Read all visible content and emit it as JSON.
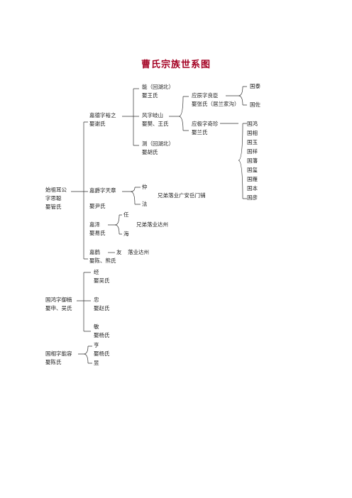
{
  "title": "曹氏宗族世系图",
  "nodes": {
    "founder_l1": "始祖耳公",
    "founder_l2": "字思聪",
    "founder_l3": "娶管氏",
    "jiade_l1": "嘉德字裕之",
    "jiade_l2": "娶谢氏",
    "neng_l1": "能（回湖北）",
    "neng_l2": "娶王氏",
    "fengzi_l1": "风字岐山",
    "fengzi_l2": "娶樊、王氏",
    "ce_l1": "测（回湖北）",
    "ce_l2": "娶胡氏",
    "yingchen_l1": "应辰字良臣",
    "yingchen_l2": "娶张氏（居兰家沟）",
    "guotai": "国泰",
    "guozuo": "国佐",
    "yinggen_l1": "应极字奇珍",
    "yinggen_l2": "娶兰氏",
    "guo_list": [
      "国鸿",
      "国相",
      "国玉",
      "国祥",
      "国藩",
      "国玺",
      "国雁",
      "国本",
      "国彦"
    ],
    "jiajue_l1": "嘉爵字天章",
    "jiajue_l2": "娶尹氏",
    "zhong": "仲",
    "fa": "法",
    "zhongfa_note": "兄弟落业广安岳门铺",
    "jiaze_l1": "嘉泽",
    "jiaze_l2": "娶易氏",
    "ren": "任",
    "hai": "海",
    "renhai_note": "兄弟落业达州",
    "jiahe_l1": "嘉鹤",
    "jiahe_you": "友",
    "jiahe_note": "落业达州",
    "jiahe_l2": "娶陈、熊氏",
    "guohong_l1": "国鸿字御楠",
    "guohong_l2": "娶申、吴氏",
    "jing_l1": "经",
    "jing_l2": "娶吴氏",
    "zhongzi_l1": "忠",
    "zhongzi_l2": "娶赵氏",
    "min_l1": "敏",
    "min_l2": "娶杨氏",
    "guoxiang_l1": "国相字能容",
    "guoxiang_l2": "娶陈氏",
    "heng": "亨",
    "heng_wife": "娶杨氏",
    "yu": "昱"
  }
}
